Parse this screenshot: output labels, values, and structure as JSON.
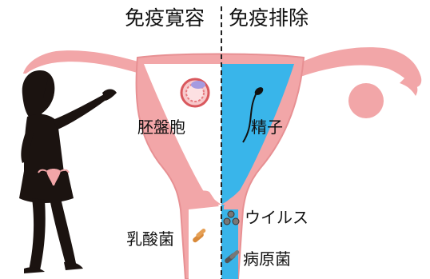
{
  "headings": {
    "left": "免疫寛容",
    "right": "免疫排除"
  },
  "labels": {
    "placenta": "胚盤胞",
    "sperm": "精子",
    "virus": "ウイルス",
    "lactobacillus": "乳酸菌",
    "pathogen": "病原菌"
  },
  "colors": {
    "uterus": "#f2a6a8",
    "uterus_edge": "#e79093",
    "tolerance_region": "#ffffff",
    "exclusion_region": "#39b5ea",
    "silhouette": "#1b1310",
    "divider": "#222222"
  }
}
